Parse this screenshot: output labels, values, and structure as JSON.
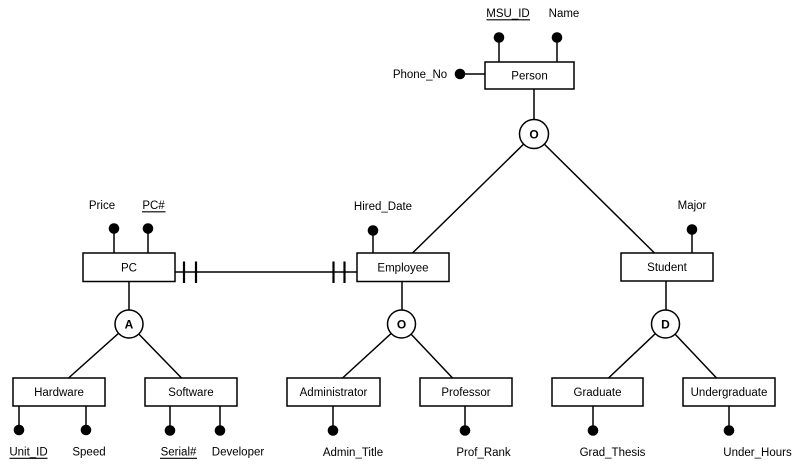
{
  "colors": {
    "ink": "#000000",
    "background": "#ffffff"
  },
  "entities": {
    "person": "Person",
    "pc": "PC",
    "employee": "Employee",
    "student": "Student",
    "hardware": "Hardware",
    "software": "Software",
    "administrator": "Administrator",
    "professor": "Professor",
    "graduate": "Graduate",
    "undergraduate": "Undergraduate"
  },
  "attributes": {
    "msu_id": "MSU_ID",
    "name": "Name",
    "phone_no": "Phone_No",
    "price": "Price",
    "pc_number": "PC#",
    "hired_date": "Hired_Date",
    "major": "Major",
    "unit_id": "Unit_ID",
    "speed": "Speed",
    "serial_number": "Serial#",
    "developer": "Developer",
    "admin_title": "Admin_Title",
    "prof_rank": "Prof_Rank",
    "grad_thesis": "Grad_Thesis",
    "under_hours": "Under_Hours"
  },
  "key_attributes": [
    "MSU_ID",
    "PC#",
    "Unit_ID",
    "Serial#"
  ],
  "subtype_indicators": {
    "person": "O",
    "pc": "A",
    "employee": "O",
    "student": "D"
  },
  "relationship": {
    "pc_employee": {
      "left_cardinality": "||",
      "right_cardinality": "||"
    }
  }
}
